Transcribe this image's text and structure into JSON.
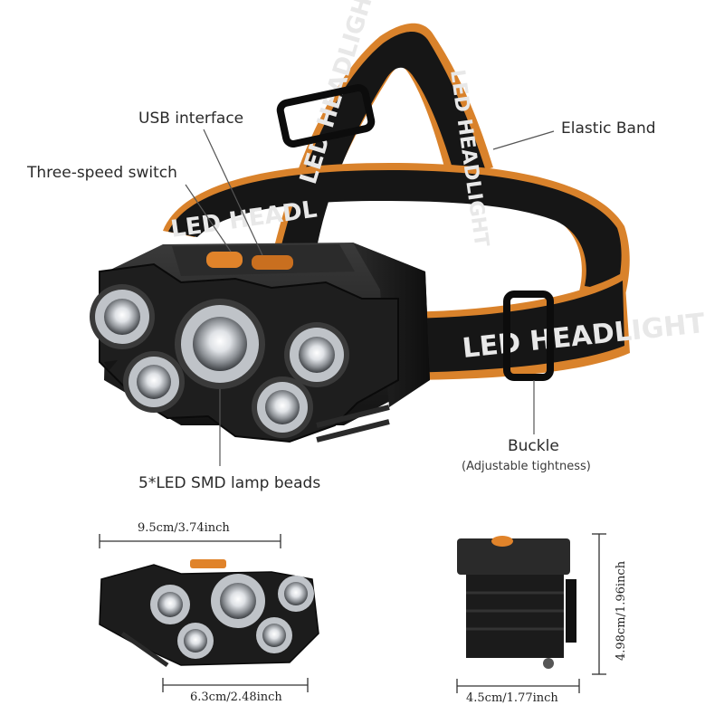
{
  "callouts": {
    "usb_interface": "USB interface",
    "three_speed_switch": "Three-speed switch",
    "elastic_band": "Elastic Band",
    "buckle": "Buckle",
    "buckle_note": "(Adjustable tightness)",
    "lamp_beads": "5*LED SMD lamp beads"
  },
  "band_text": {
    "print_1": "LED HEADLIGHT",
    "print_2": "LED HEADLIGHT",
    "print_3": "LED HEADL",
    "print_4": "LED HEADLIGHT"
  },
  "dimensions": {
    "width_top": "9.5cm/3.74inch",
    "width_bottom": "6.3cm/2.48inch",
    "depth": "4.5cm/1.77inch",
    "height": "4.98cm/1.96inch"
  },
  "colors": {
    "band_black": "#161616",
    "band_orange": "#d9822b",
    "housing_dark": "#1c1c1c",
    "housing_mid": "#2e2e2e",
    "switch_orange": "#e0832a",
    "lens_silver": "#cfd2d6"
  }
}
